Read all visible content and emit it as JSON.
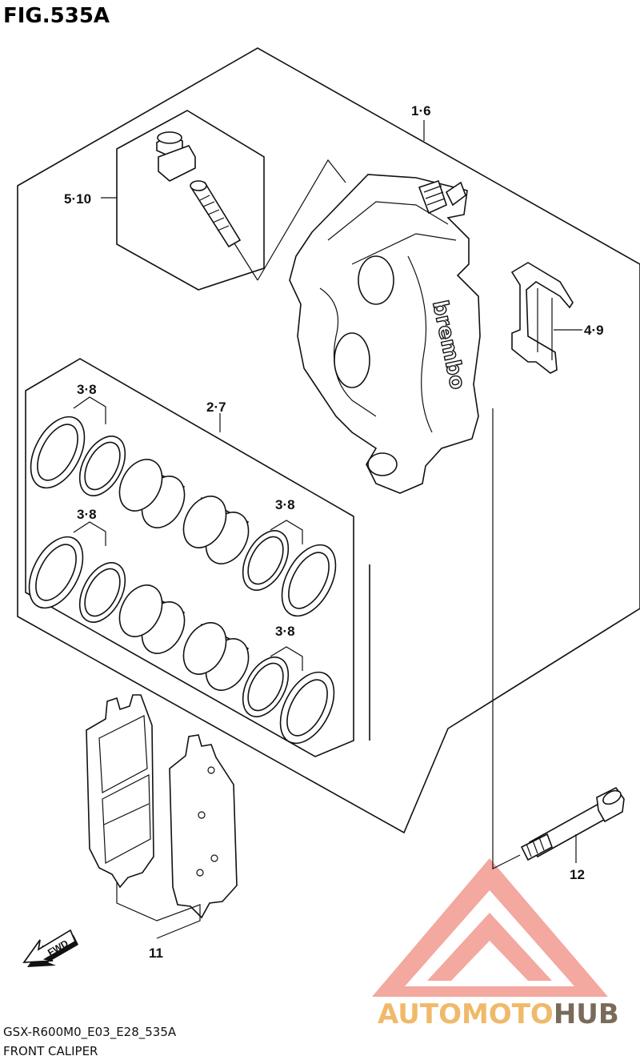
{
  "figure": {
    "title": "FIG.535A"
  },
  "callouts": {
    "caliper_assy": "1·6",
    "bleeder": "5·10",
    "pad_spring": "4·9",
    "piston_set": "2·7",
    "seal_left_upper": "3·8",
    "seal_left_lower": "3·8",
    "seal_right_upper": "3·8",
    "seal_right_lower": "3·8",
    "bolt": "12",
    "pads": "11"
  },
  "brand_marking": "brembo",
  "fwd_arrow": {
    "label": "FWD"
  },
  "watermark": {
    "part_a": "AUTOMOTO",
    "part_b": "HUB",
    "color_a": "#f0b96a",
    "color_b": "#7a6a5a",
    "logo_color": "#f08a80"
  },
  "footer": {
    "code": "GSX-R600M0_E03_E28_535A",
    "description": "FRONT CALIPER"
  }
}
